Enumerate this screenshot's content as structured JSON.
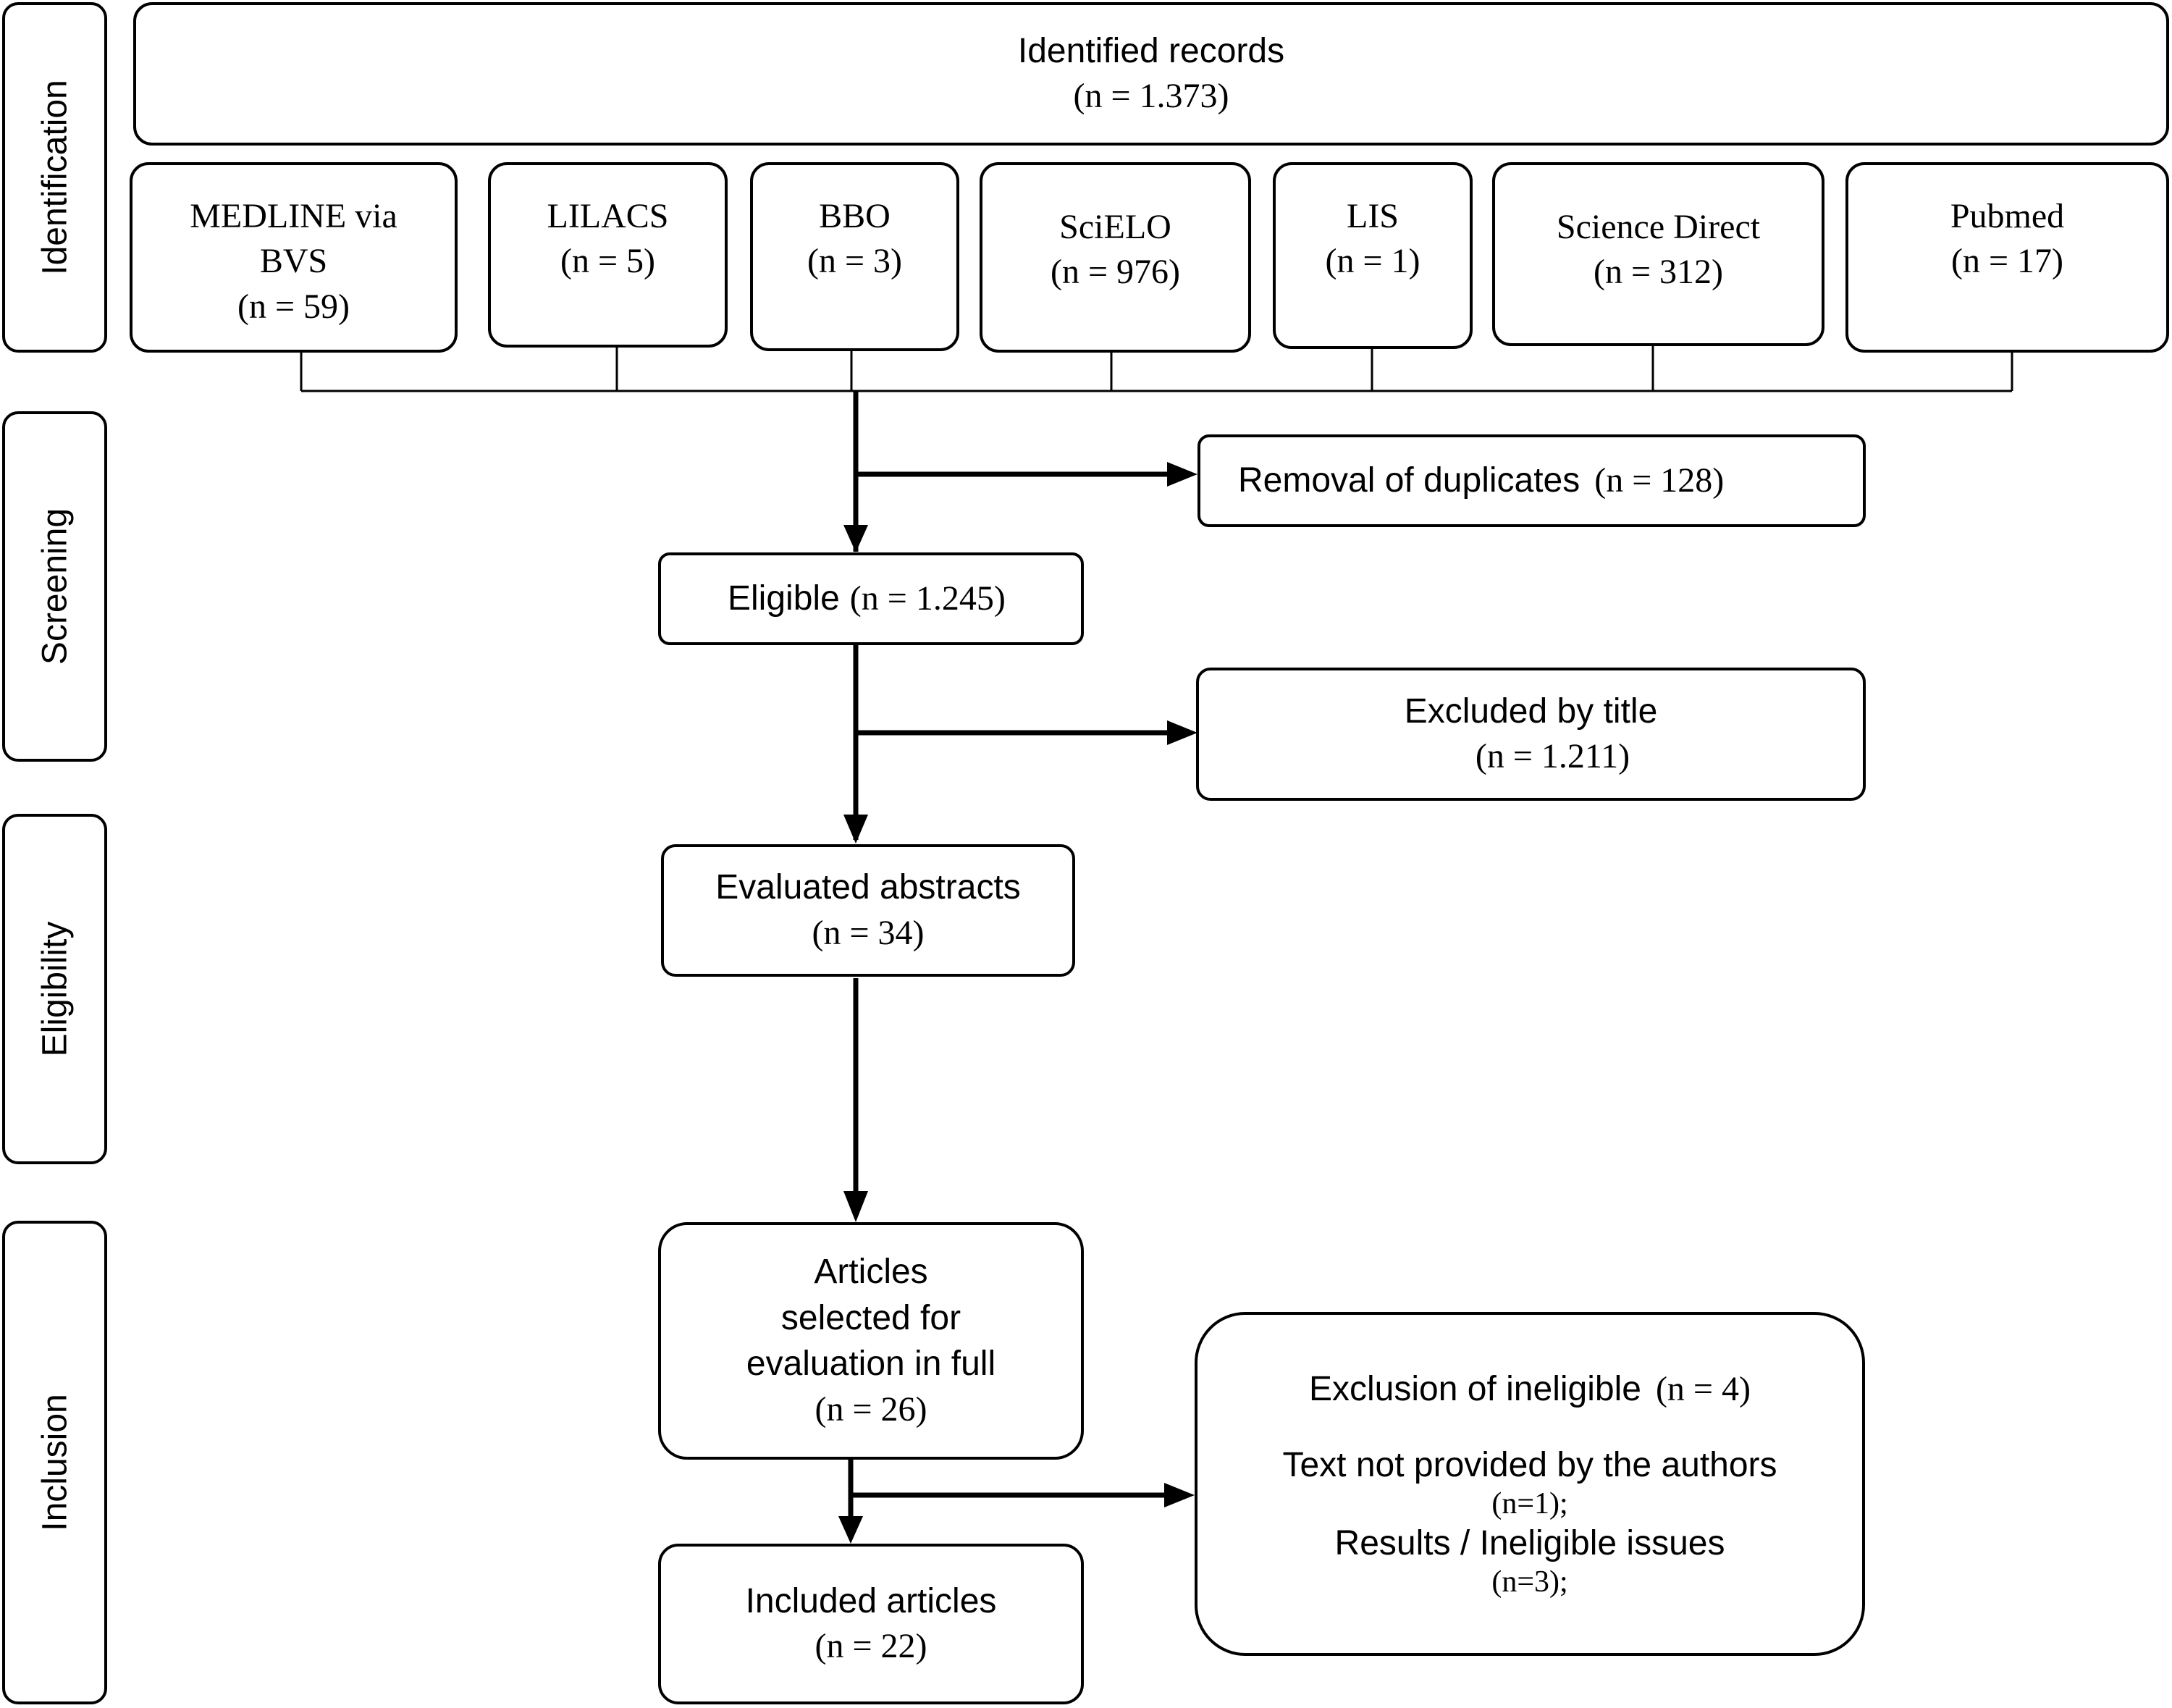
{
  "stages": {
    "identification": "Identification",
    "screening": "Screening",
    "eligibility": "Eligibility",
    "inclusion": "Inclusion"
  },
  "identified": {
    "label": "Identified records",
    "count": "(n = 1.373)"
  },
  "sources": [
    {
      "name": "MEDLINE via BVS",
      "count": "(n = 59)"
    },
    {
      "name": "LILACS",
      "count": "(n = 5)"
    },
    {
      "name": "BBO",
      "count": "(n = 3)"
    },
    {
      "name": "SciELO",
      "count": "(n = 976)"
    },
    {
      "name": "LIS",
      "count": "(n = 1)"
    },
    {
      "name": "Science Direct",
      "count": "(n = 312)"
    },
    {
      "name": "Pubmed",
      "count": "(n = 17)"
    }
  ],
  "duplicates": {
    "label": "Removal of duplicates",
    "count": "(n = 128)"
  },
  "eligible": {
    "label": "Eligible",
    "count": "(n = 1.245)"
  },
  "excluded_title": {
    "label": "Excluded by title",
    "count": "(n = 1.211)"
  },
  "abstracts": {
    "label": "Evaluated abstracts",
    "count": "(n = 34)"
  },
  "full_text": {
    "line1": "Articles",
    "line2": "selected for",
    "line3": "evaluation in full",
    "count": "(n = 26)"
  },
  "ineligible": {
    "label": "Exclusion of ineligible",
    "count": "(n = 4)",
    "reason1": "Text not provided by the authors",
    "reason1_count": "(n=1);",
    "reason2": "Results / Ineligible issues",
    "reason2_count": "(n=3);"
  },
  "included": {
    "label": "Included articles",
    "count": "(n = 22)"
  }
}
